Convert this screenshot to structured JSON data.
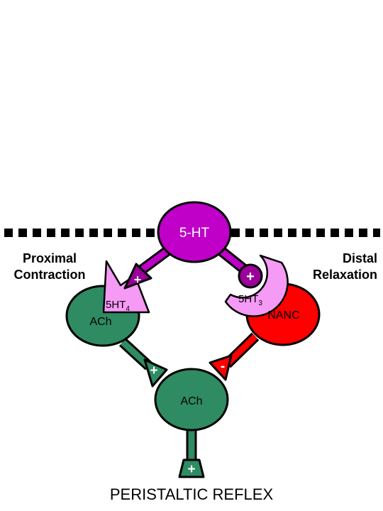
{
  "diagram": {
    "center_node": "5-HT",
    "receptor_left": {
      "base": "5HT",
      "sub": "4"
    },
    "receptor_right": {
      "base": "5HT",
      "sub": "3"
    },
    "left_neuron": "ACh",
    "right_neuron": "NANC",
    "bottom_neuron": "ACh",
    "proximal_line1": "Proximal",
    "proximal_line2": "Contraction",
    "distal_line1": "Distal",
    "distal_line2": "Relaxation",
    "footer": "PERISTALTIC REFLEX",
    "plus_sign": "+",
    "minus_sign": "-"
  },
  "colors": {
    "magenta": "#c000c8",
    "magenta_dark": "#9b009b",
    "pink": "#f59af5",
    "green": "#2e8b62",
    "red": "#ff0000",
    "outline": "#000000"
  }
}
